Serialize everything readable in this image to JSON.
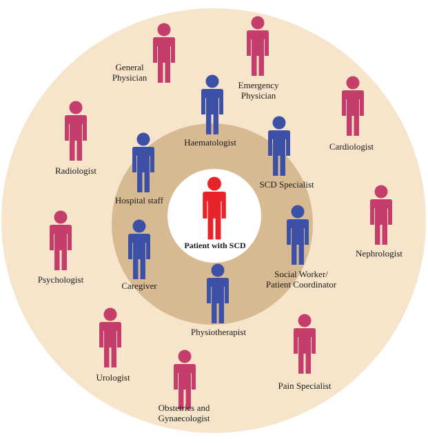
{
  "diagram": {
    "colors": {
      "outer_ring": "#f7e5cb",
      "inner_ring": "#d7ba91",
      "center": "#ffffff",
      "patient": "#e8232a",
      "inner_team": "#3c50a6",
      "outer_team": "#c43d6b"
    },
    "center": {
      "label": "Patient with SCD",
      "icon": "person-icon"
    },
    "inner_team": [
      {
        "id": "haematologist",
        "label": "Haematologist",
        "icon": "person-icon"
      },
      {
        "id": "scd-specialist",
        "label": "SCD Specialist",
        "icon": "person-icon"
      },
      {
        "id": "social-worker",
        "label": "Social Worker/\nPatient Coordinator",
        "icon": "person-icon"
      },
      {
        "id": "physiotherapist",
        "label": "Physiotherapist",
        "icon": "person-icon"
      },
      {
        "id": "caregiver",
        "label": "Caregiver",
        "icon": "person-icon"
      },
      {
        "id": "hospital-staff",
        "label": "Hospital staff",
        "icon": "person-icon"
      }
    ],
    "outer_team": [
      {
        "id": "general-physician",
        "label": "General\nPhysician",
        "icon": "person-icon"
      },
      {
        "id": "emergency-physician",
        "label": "Emergency\nPhysician",
        "icon": "person-icon"
      },
      {
        "id": "cardiologist",
        "label": "Cardiologist",
        "icon": "person-icon"
      },
      {
        "id": "nephrologist",
        "label": "Nephrologist",
        "icon": "person-icon"
      },
      {
        "id": "pain-specialist",
        "label": "Pain Specialist",
        "icon": "person-icon"
      },
      {
        "id": "obstetrics",
        "label": "Obstetrics and\nGynaecologist",
        "icon": "person-icon"
      },
      {
        "id": "urologist",
        "label": "Urologist",
        "icon": "person-icon"
      },
      {
        "id": "psychologist",
        "label": "Psychologist",
        "icon": "person-icon"
      },
      {
        "id": "radiologist",
        "label": "Radiologist",
        "icon": "person-icon"
      }
    ]
  }
}
